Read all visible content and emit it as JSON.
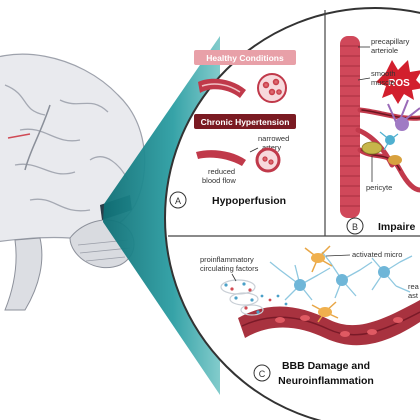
{
  "panel_a": {
    "circle_letter": "A",
    "title": "Hypoperfusion",
    "healthy_banner": "Healthy Conditions",
    "hypertension_banner": "Chronic Hypertension",
    "narrowed_artery": [
      "narrowed",
      "artery"
    ],
    "reduced_blood_flow": [
      "reduced",
      "blood flow"
    ]
  },
  "panel_b": {
    "circle_letter": "B",
    "title": "Impaire",
    "precapillary_arteriole": [
      "precapillary",
      "arteriole"
    ],
    "smooth_muscle": [
      "smooth",
      "muscle"
    ],
    "ros": "ROS",
    "pericyte": "pericyte"
  },
  "panel_c": {
    "circle_letter": "C",
    "title": [
      "BBB Damage and",
      "Neuroinflammation"
    ],
    "proinflammatory": [
      "proinflammatory",
      "circulating factors"
    ],
    "activated_microglia": "activated micro",
    "reactive_astrocytes": [
      "rea",
      "ast"
    ]
  },
  "colors": {
    "teal": "#1f8f95",
    "banner_light": "#e8a0a8",
    "banner_dark": "#7a1a22",
    "vessel_red": "#c0394a",
    "rbc_red": "#d24a52"
  }
}
